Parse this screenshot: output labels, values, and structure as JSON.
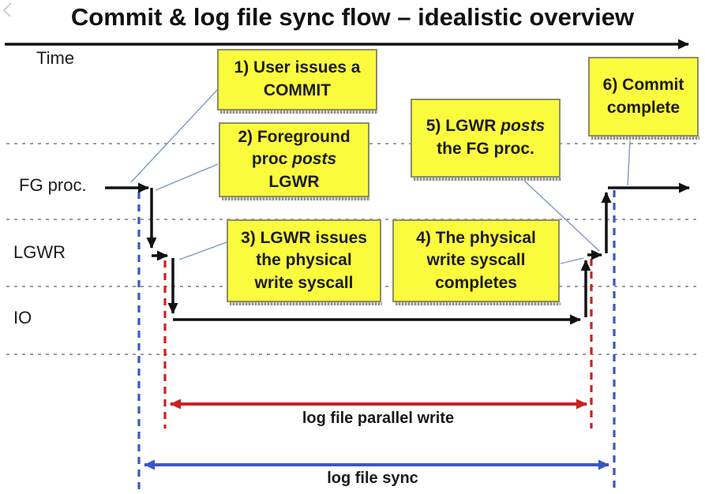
{
  "title": "Commit & log file sync flow – idealistic overview",
  "time_axis": {
    "label": "Time"
  },
  "lanes": [
    {
      "label": "FG proc."
    },
    {
      "label": "LGWR"
    },
    {
      "label": "IO"
    }
  ],
  "callouts": [
    {
      "lines": [
        [
          {
            "text": "1) User issues a"
          }
        ],
        [
          {
            "text": "COMMIT"
          }
        ]
      ]
    },
    {
      "lines": [
        [
          {
            "text": "2) Foreground"
          }
        ],
        [
          {
            "text": "proc "
          },
          {
            "text": "posts",
            "italic": true
          }
        ],
        [
          {
            "text": "LGWR"
          }
        ]
      ]
    },
    {
      "lines": [
        [
          {
            "text": "3) LGWR issues"
          }
        ],
        [
          {
            "text": "the physical"
          }
        ],
        [
          {
            "text": "write syscall"
          }
        ]
      ]
    },
    {
      "lines": [
        [
          {
            "text": "4) The physical"
          }
        ],
        [
          {
            "text": "write syscall"
          }
        ],
        [
          {
            "text": "completes"
          }
        ]
      ]
    },
    {
      "lines": [
        [
          {
            "text": "5) LGWR "
          },
          {
            "text": "posts",
            "italic": true
          }
        ],
        [
          {
            "text": "the FG proc."
          }
        ]
      ]
    },
    {
      "lines": [
        [
          {
            "text": "6) Commit"
          }
        ],
        [
          {
            "text": "complete"
          }
        ]
      ]
    }
  ],
  "measures": [
    {
      "label": "log file parallel write",
      "color": "#cb2121"
    },
    {
      "label": "log file sync",
      "color": "#3a57c4"
    }
  ],
  "colors": {
    "callout_fill": "#fbfb3d",
    "callout_border": "#8e8e5e",
    "flow": "#111111",
    "separator": "#9c9c9c",
    "connector": "#7d9abd",
    "parallel_write": "#cb2121",
    "log_file_sync": "#3a57c4"
  }
}
